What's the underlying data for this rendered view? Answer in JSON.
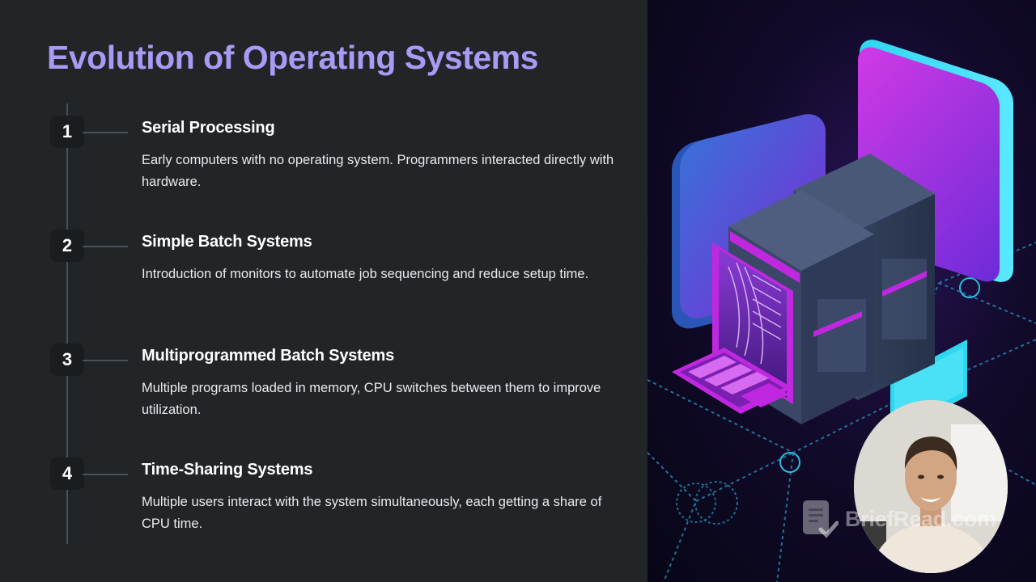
{
  "slide": {
    "title": "Evolution of Operating Systems",
    "steps": [
      {
        "number": "1",
        "title": "Serial Processing",
        "description": "Early computers with no operating system. Programmers interacted directly with hardware."
      },
      {
        "number": "2",
        "title": "Simple Batch Systems",
        "description": "Introduction of monitors to automate job sequencing and reduce setup time."
      },
      {
        "number": "3",
        "title": "Multiprogrammed Batch Systems",
        "description": "Multiple programs loaded in memory, CPU switches between them to improve utilization."
      },
      {
        "number": "4",
        "title": "Time-Sharing Systems",
        "description": "Multiple users interact with the system simultaneously, each getting a share of CPU time."
      }
    ]
  },
  "illustration": {
    "icon": "server-computer-illustration"
  },
  "watermark": {
    "text": "BriefRead.com",
    "icon": "document-check-icon"
  },
  "colors": {
    "accent": "#a99bf5",
    "background": "#212528",
    "magenta": "#c028e0",
    "cyan": "#2fd6ef"
  }
}
